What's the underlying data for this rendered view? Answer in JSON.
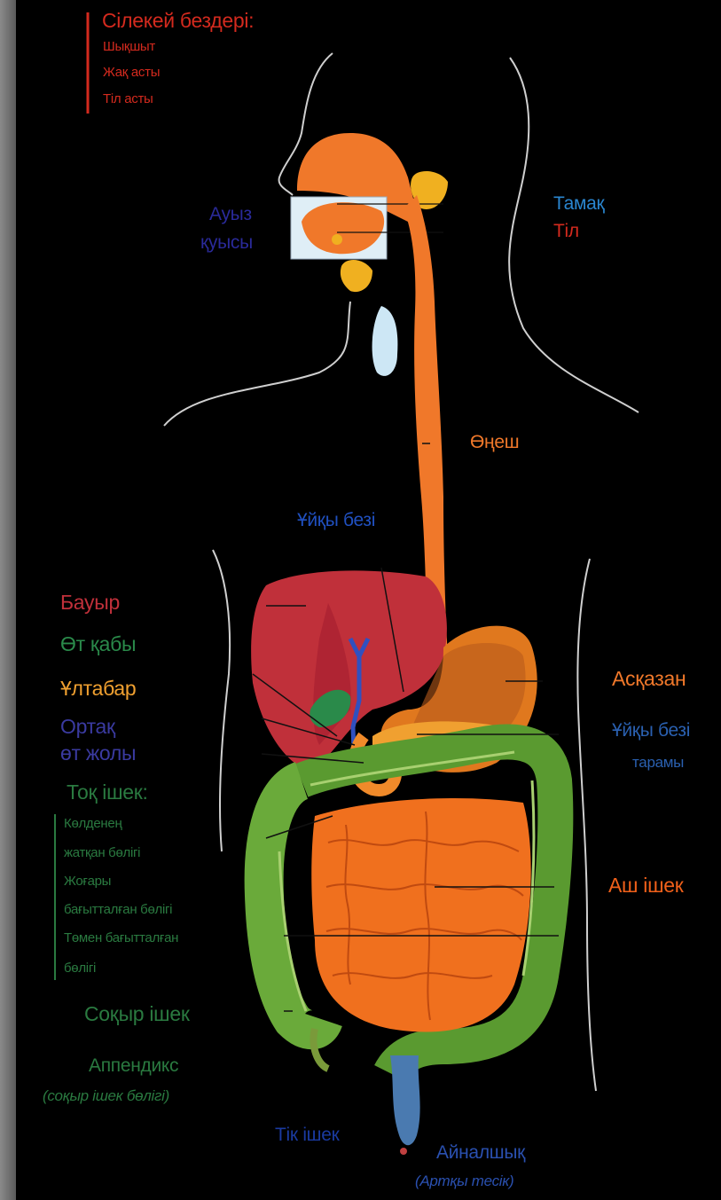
{
  "labels": {
    "salivary_title": "Сілекей бездері:",
    "salivary_1": "Шықшыт",
    "salivary_2": "Жақ асты",
    "salivary_3": "Тіл асты",
    "mouth_1": "Ауыз",
    "mouth_2": "қуысы",
    "pharynx": "Тамақ",
    "tongue": "Тіл",
    "esophagus": "Өңеш",
    "pancreas": "Ұйқы безі",
    "liver": "Бауыр",
    "gallbladder": "Өт қабы",
    "duodenum": "Ұлтабар",
    "bile_duct_1": "Ортақ",
    "bile_duct_2": "өт жолы",
    "stomach": "Асқазан",
    "pancreatic_duct_1": "Ұйқы безі",
    "pancreatic_duct_2": "тарамы",
    "colon_title": "Тоқ ішек:",
    "colon_1": "Көлденең",
    "colon_2": "жатқан бөлігі",
    "colon_3": "Жоғары",
    "colon_4": "бағытталған бөлігі",
    "colon_5": "Төмен бағытталған",
    "colon_6": "бөлігі",
    "small_intestine": "Аш ішек",
    "cecum": "Соқыр ішек",
    "appendix_1": "Аппендикс",
    "appendix_2": "(соқыр ішек бөлігі)",
    "rectum": "Тік ішек",
    "anus_1": "Айналшық",
    "anus_2": "(Артқы тесік)"
  },
  "colors": {
    "salivary": "#d42a1e",
    "mouth": "#2a2a9a",
    "pharynx": "#2a86d0",
    "tongue": "#d42a1e",
    "esophagus": "#f0782a",
    "pancreas": "#2050c0",
    "liver": "#c0303a",
    "gallbladder": "#2a8a4a",
    "duodenum": "#f0a030",
    "bile_duct": "#3a3aa0",
    "stomach": "#f0782a",
    "pancreatic_duct": "#2a60b0",
    "colon": "#2a7a40",
    "small_intestine": "#f0601a",
    "rectum": "#1a3aa0",
    "anus": "#2a50b0"
  }
}
